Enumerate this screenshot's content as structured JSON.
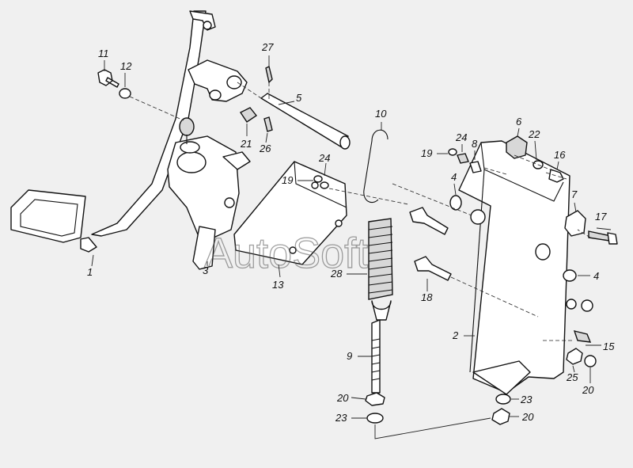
{
  "watermark": "AutoSoft",
  "callouts": {
    "c1": "1",
    "c2": "2",
    "c3": "3",
    "c4a": "4",
    "c4b": "4",
    "c5": "5",
    "c6": "6",
    "c7": "7",
    "c8": "8",
    "c9": "9",
    "c10": "10",
    "c11": "11",
    "c12": "12",
    "c13": "13",
    "c15": "15",
    "c16": "16",
    "c17": "17",
    "c18": "18",
    "c19a": "19",
    "c19b": "19",
    "c20a": "20",
    "c20b": "20",
    "c20c": "20",
    "c21": "21",
    "c22": "22",
    "c23a": "23",
    "c23b": "23",
    "c24a": "24",
    "c24b": "24",
    "c25": "25",
    "c26": "26",
    "c27": "27",
    "c28": "28"
  }
}
